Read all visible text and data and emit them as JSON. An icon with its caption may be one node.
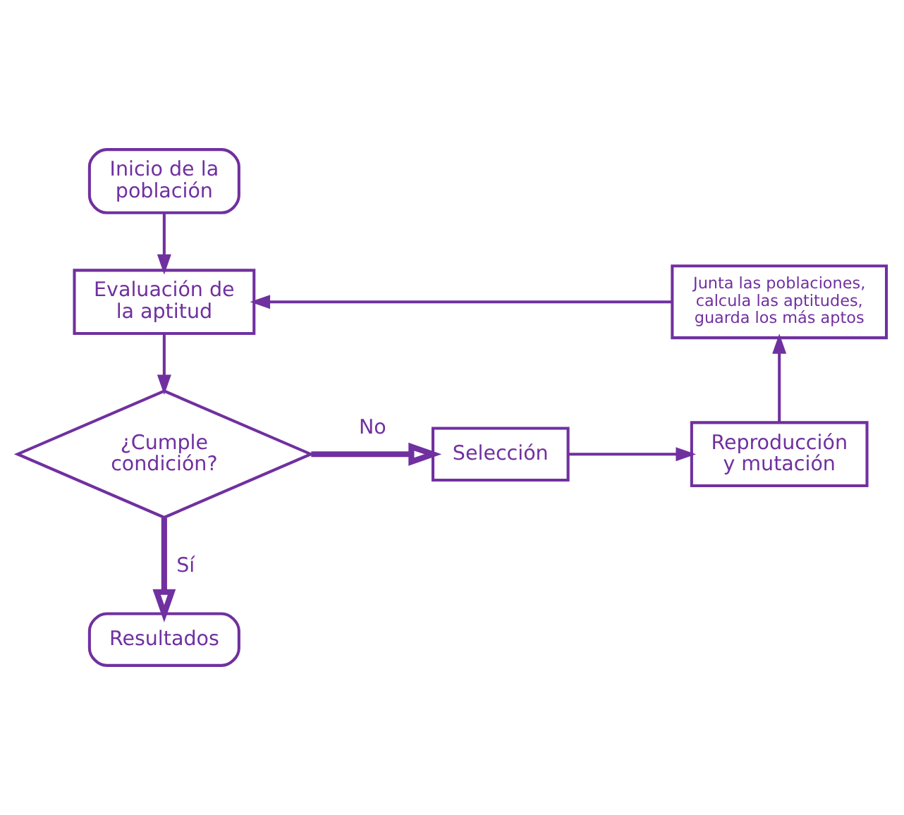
{
  "diagram": {
    "nodes": [
      {
        "text": [
          "Inicio de la población"
        ]
      },
      {
        "text": [
          "Evaluación de la aptitud"
        ]
      },
      {
        "text": [
          "¿Cumple condición?"
        ]
      },
      {
        "text": [
          "Selección"
        ]
      },
      {
        "text": [
          "Reproducción y mutación"
        ]
      },
      {
        "text": [
          "Junta las poblaciones, calcula las aptitudes, guarda los más aptos"
        ]
      },
      {
        "text": [
          "Resultados"
        ]
      }
    ],
    "edges": [
      {
        "from": 0,
        "to": 1,
        "arrow": "to"
      },
      {
        "from": 1,
        "to": 2,
        "arrow": "to"
      },
      {
        "from": 2,
        "to": 3,
        "arrow": "to",
        "label": "No",
        "style": "thick"
      },
      {
        "from": 3,
        "to": 4,
        "arrow": "to"
      },
      {
        "from": 4,
        "to": 5,
        "arrow": "to"
      },
      {
        "from": 5,
        "to": 1,
        "arrow": "to"
      },
      {
        "from": 2,
        "to": 6,
        "arrow": "to",
        "label": "Sí",
        "style": "thick"
      }
    ]
  }
}
